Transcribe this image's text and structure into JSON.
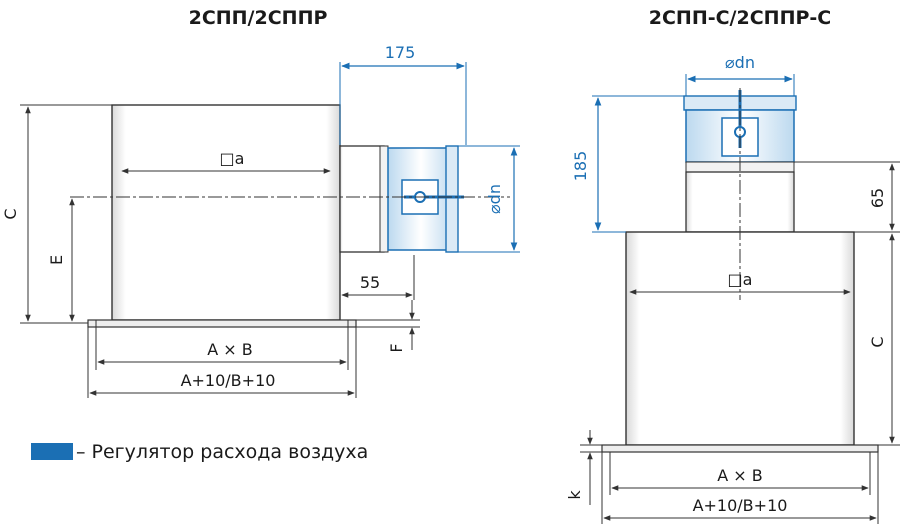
{
  "colors": {
    "accent": "#1b6fb4",
    "accent_light": "#5aa6dc",
    "line": "#333333"
  },
  "left": {
    "title": "2СПП/2СППР",
    "dims": {
      "width_175": "175",
      "a": "□a",
      "dn": "⌀dn",
      "offset_55": "55",
      "c": "C",
      "e": "E",
      "f": "F",
      "axb": "A × B",
      "axb10": "A+10/B+10"
    }
  },
  "right": {
    "title": "2СПП-С/2СППР-С",
    "dims": {
      "dn": "⌀dn",
      "h185": "185",
      "h65": "65",
      "a": "□a",
      "c": "C",
      "k": "k",
      "axb": "A × B",
      "axb10": "A+10/B+10"
    }
  },
  "legend": {
    "label": "– Регулятор расхода воздуха",
    "swatch_color": "#1b6fb4"
  }
}
